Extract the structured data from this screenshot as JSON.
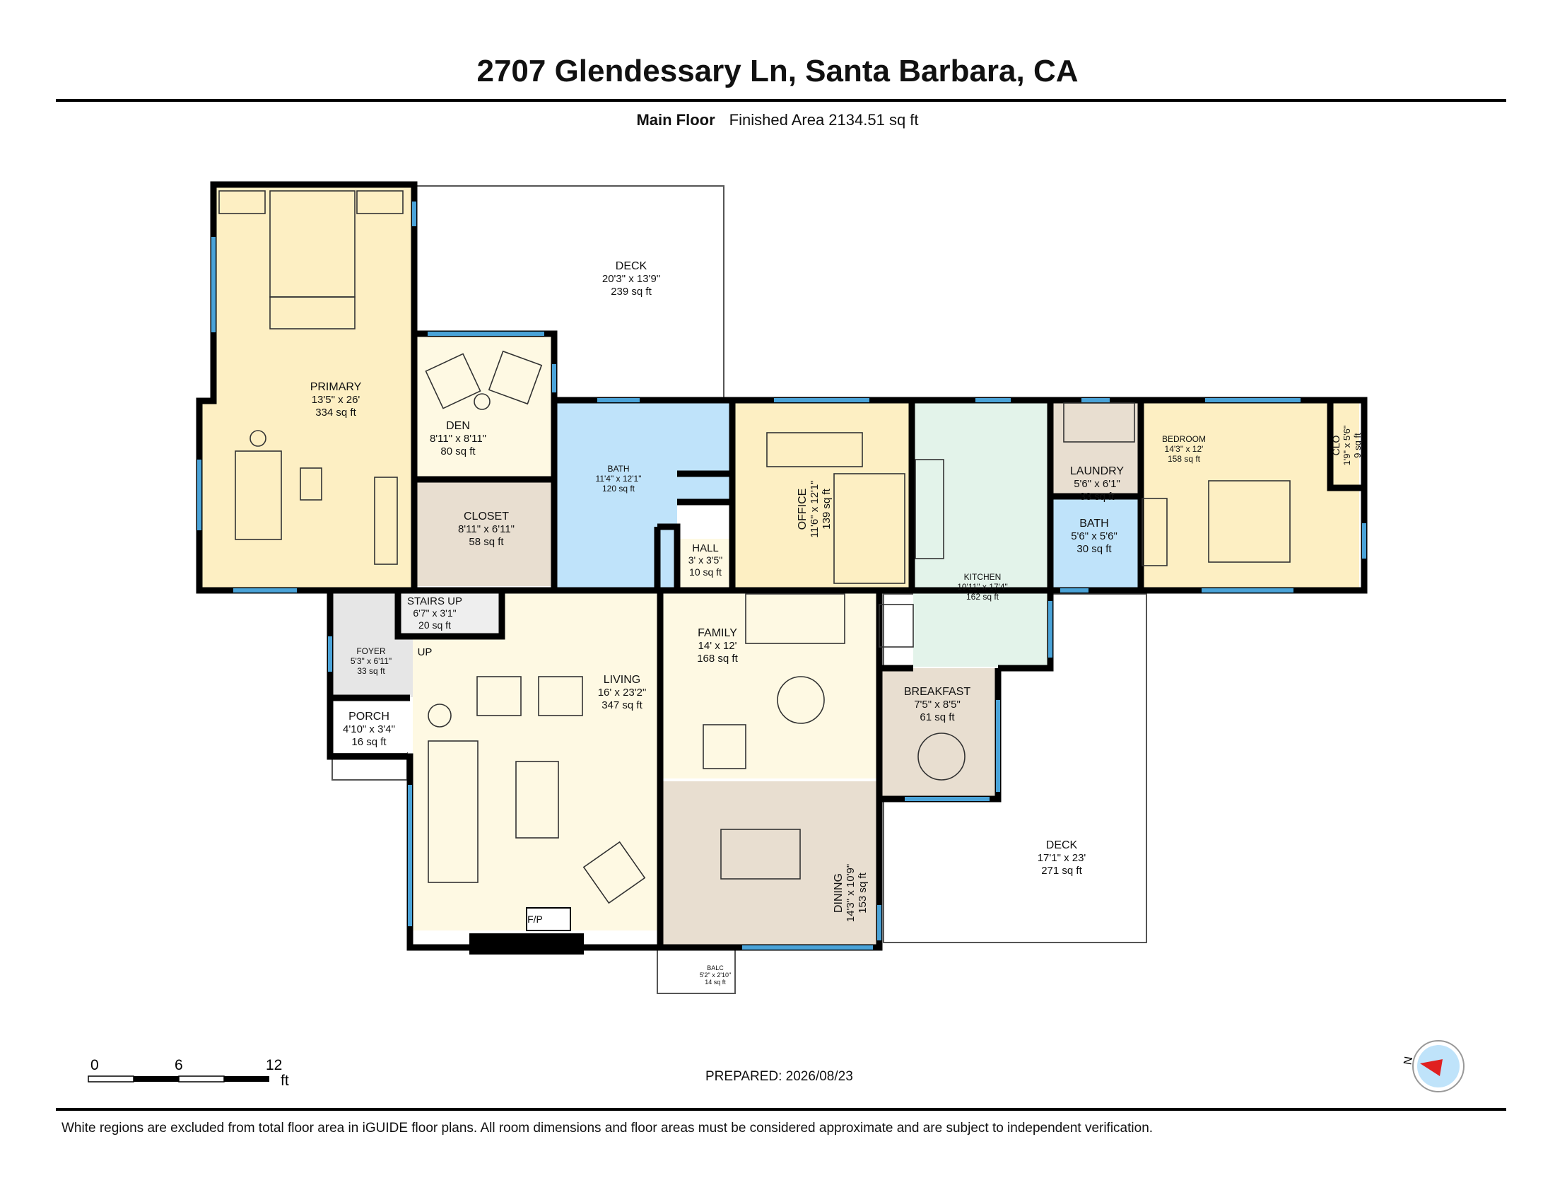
{
  "header": {
    "title": "2707 Glendessary Ln, Santa Barbara, CA",
    "floor_name": "Main Floor",
    "finished_area": "Finished Area 2134.51 sq ft"
  },
  "rooms": {
    "primary": {
      "name": "PRIMARY",
      "dims": "13'5\" x 26'",
      "area": "334 sq ft"
    },
    "deck_top": {
      "name": "DECK",
      "dims": "20'3\" x 13'9\"",
      "area": "239 sq ft"
    },
    "den": {
      "name": "DEN",
      "dims": "8'11\" x 8'11\"",
      "area": "80 sq ft"
    },
    "closet": {
      "name": "CLOSET",
      "dims": "8'11\" x 6'11\"",
      "area": "58 sq ft"
    },
    "bath_main": {
      "name": "BATH",
      "dims": "11'4\" x 12'1\"",
      "area": "120 sq ft"
    },
    "hall": {
      "name": "HALL",
      "dims": "3' x 3'5\"",
      "area": "10 sq ft"
    },
    "office": {
      "name": "OFFICE",
      "dims": "11'6\" x 12'1\"",
      "area": "139 sq ft"
    },
    "kitchen": {
      "name": "KITCHEN",
      "dims": "10'11\" x 17'4\"",
      "area": "162 sq ft"
    },
    "laundry": {
      "name": "LAUNDRY",
      "dims": "5'6\" x 6'1\"",
      "area": "33 sq ft"
    },
    "bath_small": {
      "name": "BATH",
      "dims": "5'6\" x 5'6\"",
      "area": "30 sq ft"
    },
    "bedroom": {
      "name": "BEDROOM",
      "dims": "14'3\" x 12'",
      "area": "158 sq ft"
    },
    "clo": {
      "name": "CLO",
      "dims": "1'9\" x 5'6\"",
      "area": "9 sq ft"
    },
    "stair": {
      "name": "STAIRS UP",
      "dims": "6'7\" x 3'1\"",
      "area": "20 sq ft"
    },
    "foyer": {
      "name": "FOYER",
      "dims": "5'3\" x 6'11\"",
      "area": "33 sq ft"
    },
    "porch": {
      "name": "PORCH",
      "dims": "4'10\" x 3'4\"",
      "area": "16 sq ft"
    },
    "living": {
      "name": "LIVING",
      "dims": "16' x 23'2\"",
      "area": "347 sq ft"
    },
    "family": {
      "name": "FAMILY",
      "dims": "14' x 12'",
      "area": "168 sq ft"
    },
    "breakfast": {
      "name": "BREAKFAST",
      "dims": "7'5\" x 8'5\"",
      "area": "61 sq ft"
    },
    "dining": {
      "name": "DINING",
      "dims": "14'3\" x 10'9\"",
      "area": "153 sq ft"
    },
    "deck_bottom": {
      "name": "DECK",
      "dims": "17'1\" x 23'",
      "area": "271 sq ft"
    },
    "balc": {
      "name": "BALC",
      "dims": "5'2\" x 2'10\"",
      "area": "14 sq ft"
    }
  },
  "labels": {
    "up": "UP",
    "fireplace": "F/P"
  },
  "scale_bar": {
    "ticks": [
      "0",
      "6",
      "12"
    ],
    "unit": "ft"
  },
  "compass": {
    "letter": "N"
  },
  "footer": {
    "prepared": "PREPARED: 2026/08/23",
    "disclaimer": "White regions are excluded from total floor area in iGUIDE floor plans. All room dimensions and floor areas must be considered approximate and are subject to independent verification."
  },
  "colors": {
    "bedroom_fill": "#fdefc3",
    "living_fill": "#fef9e3",
    "bath_fill": "#bfe3fa",
    "utility_fill": "#e8ded0",
    "kitchen_fill": "#e3f3ea",
    "foyer_fill": "#e6e6e6",
    "window": "#4aa3d8",
    "wall": "#000000"
  }
}
